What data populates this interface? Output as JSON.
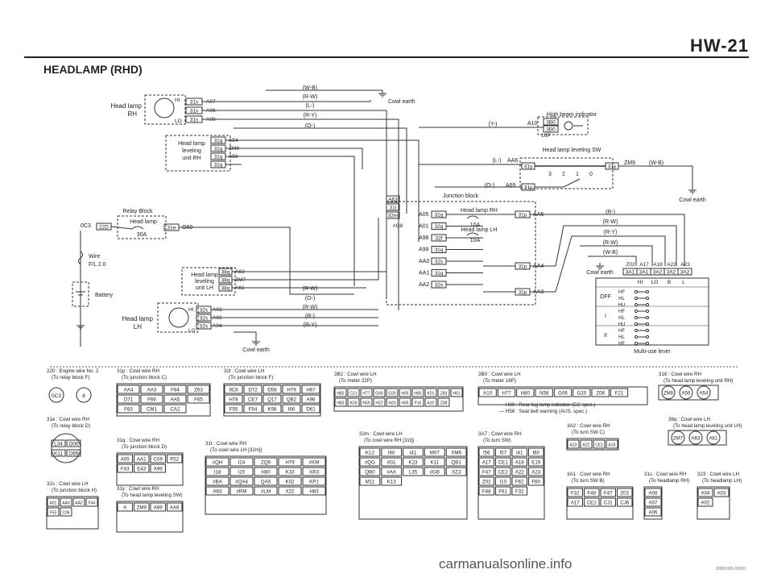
{
  "header": {
    "page_code": "HW-21",
    "title": "HEADLAMP (RHD)"
  },
  "footer": {
    "watermark": "carmanualsonline.info",
    "figure_code": "J0890006-00000"
  },
  "diagram": {
    "wire_colors": [
      "(W-B)",
      "(R-W)",
      "(L-)",
      "(R-Y)",
      "(O-)"
    ],
    "wire_colors_lh": [
      "(R-W)",
      "(O-)",
      "(R-W)",
      "(R-)",
      "(R-Y)"
    ],
    "cowl_earth": "Cowl earth",
    "headlamp_rh": {
      "label": [
        "Head lamp",
        "RH"
      ],
      "hi": "HI",
      "lo": "LO",
      "pins": [
        [
          "31s",
          "A07"
        ],
        [
          "31s",
          "A06"
        ],
        [
          "31s",
          "A08"
        ]
      ]
    },
    "leveling_rh": {
      "label": [
        "Head lamp",
        "leveling",
        "unit RH"
      ],
      "pins": [
        [
          "31q",
          "A54"
        ],
        [
          "31q",
          "ZM8"
        ],
        [
          "31q",
          "A56"
        ],
        [
          "31q",
          ""
        ]
      ]
    },
    "high_beam": {
      "label": "High beam indicator",
      "wire": "(Y-)",
      "code": "A10",
      "c1": "3B0",
      "c2": "3B0",
      "c3": "16P"
    },
    "leveling_sw": {
      "label": "Head lamp leveling SW",
      "w1": "(L-)",
      "c1": "AA6",
      "p1": "31y",
      "w2": "(O-)",
      "c2": "A69",
      "p2": "31y",
      "p3": "31y",
      "c3": "ZM9",
      "w3": "(W-B)",
      "positions": [
        "3",
        "2",
        "1",
        "0"
      ]
    },
    "junction": {
      "label": "Junction block",
      "left": [
        [
          "A05",
          "31q"
        ],
        [
          "A01",
          "32q"
        ],
        [
          "A98",
          "32f"
        ],
        [
          "A99",
          "31q"
        ],
        [
          "AA0",
          "32s"
        ],
        [
          "AA1",
          "31q"
        ],
        [
          "AA2",
          "32s"
        ]
      ],
      "right": [
        [
          "31p",
          "AA5"
        ],
        [
          "31p",
          "AA4"
        ],
        [
          "31p",
          "AA3"
        ]
      ],
      "fuse_rh": "Head lamp RH",
      "amp_rh": "10A",
      "fuse_lh": "Head lamp LH",
      "amp_lh": "10A",
      "a63": "A63",
      "c31t": "31t",
      "c32m": "32m",
      "g8": "#G8"
    },
    "relay_block": {
      "label": "Relay Block",
      "fuse": "Head lamp",
      "amp": "30A",
      "left": "0C3",
      "c1": "22D",
      "c2": "31e",
      "code": "O69"
    },
    "fusible": {
      "label": "Wire",
      "sub": "F/L 2.0"
    },
    "battery": "Battery",
    "leveling_lh": {
      "label": [
        "Head lamp",
        "leveling",
        "unit LH"
      ],
      "pins": [
        [
          "38q",
          "A63"
        ],
        [
          "38q",
          "ZM7"
        ],
        [
          "38q",
          "A61"
        ]
      ]
    },
    "headlamp_lh": {
      "label": [
        "Head lamp",
        "LH"
      ],
      "hi": "HI",
      "lo": "LO",
      "pins": [
        [
          "32s",
          "A03"
        ],
        [
          "32s",
          "A02"
        ],
        [
          "32s",
          "A04"
        ]
      ]
    },
    "right_wires": [
      "(R-)",
      "(R-W)",
      "(R-Y)",
      "(R-W)",
      "(W-B)"
    ],
    "multiuse": {
      "label": "Multi-use lever",
      "pins_codes": [
        "Z02",
        "A17",
        "A18",
        "A22",
        "A23"
      ],
      "pins": [
        "3A1",
        "3A1",
        "3A2",
        "3A2",
        "3A2"
      ],
      "cols": [
        "HI",
        "LO",
        "B",
        "L"
      ],
      "rows": [
        [
          "OFF",
          [
            "HF",
            "HL",
            "HU"
          ]
        ],
        [
          "I",
          [
            "HF",
            "HL",
            "HU"
          ]
        ],
        [
          "II",
          [
            "HF",
            "HL",
            "HF"
          ]
        ]
      ]
    },
    "connectors": [
      {
        "id": "220",
        "label": "220 : Engine wire No. 2",
        "sub": "(To relay block F)",
        "pins": [
          "0C3",
          "8"
        ]
      },
      {
        "id": "31p",
        "label": "31p : Cowl wire RH",
        "sub": "(To junction block C)",
        "pins": [
          "AA4",
          "AA3",
          "F64",
          "Z63",
          "D71",
          "F66",
          "AA5",
          "F65",
          "F63",
          "CM1",
          "CA2"
        ]
      },
      {
        "id": "32t",
        "label": "32t : Cowl wire LH",
        "sub": "(To junction block F)",
        "pins": [
          "9C8",
          "D72",
          "D58",
          "H79",
          "H67",
          "H78",
          "CE7",
          "Q17",
          "QB2",
          "A96",
          "F55",
          "F54",
          "K98",
          "I66",
          "D61"
        ]
      },
      {
        "id": "3B2",
        "label": "3B2 : Cowl wire LH",
        "sub": "(To meter 22P)",
        "pins": [
          "H82",
          "C21",
          "H77",
          "G06",
          "G20",
          "H05",
          "H80",
          "K01",
          "Z83",
          "H61",
          "H83",
          "K03",
          "N59",
          "H22",
          "H20",
          "H56",
          "F16",
          "A10",
          "Z08"
        ]
      },
      {
        "id": "3B0",
        "label": "3B0 : Cowl wire LH",
        "sub": "(To meter 16P)",
        "pins": [
          "A10",
          "H77",
          "H80",
          "N58",
          "G06",
          "G20",
          "Z08",
          "F21"
        ]
      },
      {
        "id": "316",
        "label": "316 : Cowl wire RH",
        "sub": "(To head lamp leveling unit RH)",
        "pins": [
          "ZM8",
          "A56",
          "A54"
        ]
      },
      {
        "id": "31e",
        "label": "31e : Cowl wire RH",
        "sub": "(To relay block D)",
        "pins": [
          "L34",
          "O06",
          "K11",
          "O69"
        ]
      },
      {
        "id": "31q",
        "label": "31q : Cowl wire RH",
        "sub": "(To junction block D)",
        "pins": [
          "A05",
          "AA1",
          "C09",
          "F52",
          "F43",
          "E43",
          "A99"
        ]
      },
      {
        "id": "31t",
        "label": "31t : Cowl wire RH",
        "sub": "(To cowl wire LH [32m])",
        "pins": [
          "#QH",
          "I24",
          "ZQ9",
          "H79",
          "#KM",
          "I18",
          "I20",
          "H80",
          "K33",
          "XR3",
          "#BA",
          "#QA4",
          "QA5",
          "K02",
          "KP1",
          "A63",
          "#RM",
          "#LM",
          "X22",
          "H83"
        ]
      },
      {
        "id": "32m",
        "label": "32m : Cowl wire LH",
        "sub": "(To cowl wire RH [31t])",
        "pins": [
          "K12",
          "I60",
          "I41",
          "M07",
          "XM6",
          "#QG",
          "#GL",
          "K23",
          "K11",
          "QB1",
          "QB0",
          "#AA",
          "L35",
          "#GB",
          "XZ3",
          "M11",
          "K13"
        ]
      },
      {
        "id": "3A7",
        "label": "3A7 : Cowl wire RH",
        "sub": "(To turn SW)",
        "pins": [
          "I56",
          "I57",
          "I41",
          "I60",
          "A17",
          "CE1",
          "A18",
          "E19",
          "F47",
          "CE2",
          "A22",
          "A23",
          "Z02",
          "I10",
          "F62",
          "F60",
          "F48",
          "F61",
          "F32"
        ]
      },
      {
        "id": "3A2",
        "label": "3A2 : Cowl wire RH",
        "sub": "(To turn SW C)",
        "pins": [
          "A23",
          "A22",
          "CE1",
          "A18"
        ]
      },
      {
        "id": "38q",
        "label": "38q : Cowl wire LH",
        "sub": "(To head lamp leveling unit LH)",
        "pins": [
          "ZM7",
          "A63",
          "A61"
        ]
      },
      {
        "id": "3A1",
        "label": "3A1 : Cowl wire RH",
        "sub": "(To turn SW B)",
        "pins": [
          "F32",
          "F48",
          "F47",
          "Z02",
          "A17",
          "CE2",
          "CJ1",
          "CJ6"
        ]
      },
      {
        "id": "31s",
        "label": "31s : Cowl wire RH",
        "sub": "(To headlamp RH)",
        "pins": [
          "A08",
          "A07",
          "A06"
        ]
      },
      {
        "id": "323",
        "label": "323 : Cowl wire LH",
        "sub": "(To headlamp LH)",
        "pins": [
          "A04",
          "A03",
          "A02"
        ]
      },
      {
        "id": "32s",
        "label": "32s : Cowl wire LH",
        "sub": "(To junction block H)",
        "pins": [
          "A01",
          "AA0",
          "AA2",
          "F44",
          "F53",
          "C06"
        ]
      },
      {
        "id": "31y",
        "label": "31y : Cowl wire RH",
        "sub": "(To head lamp leveling SW)",
        "pins": [
          "A",
          "ZM9",
          "A69",
          "AA6"
        ]
      }
    ],
    "legend": [
      {
        "code": "H80",
        "text": "Rear fog lamp indicator (EC spec.)"
      },
      {
        "code": "H56",
        "text": "Seat belt warning (AUS. spec.)"
      }
    ]
  }
}
